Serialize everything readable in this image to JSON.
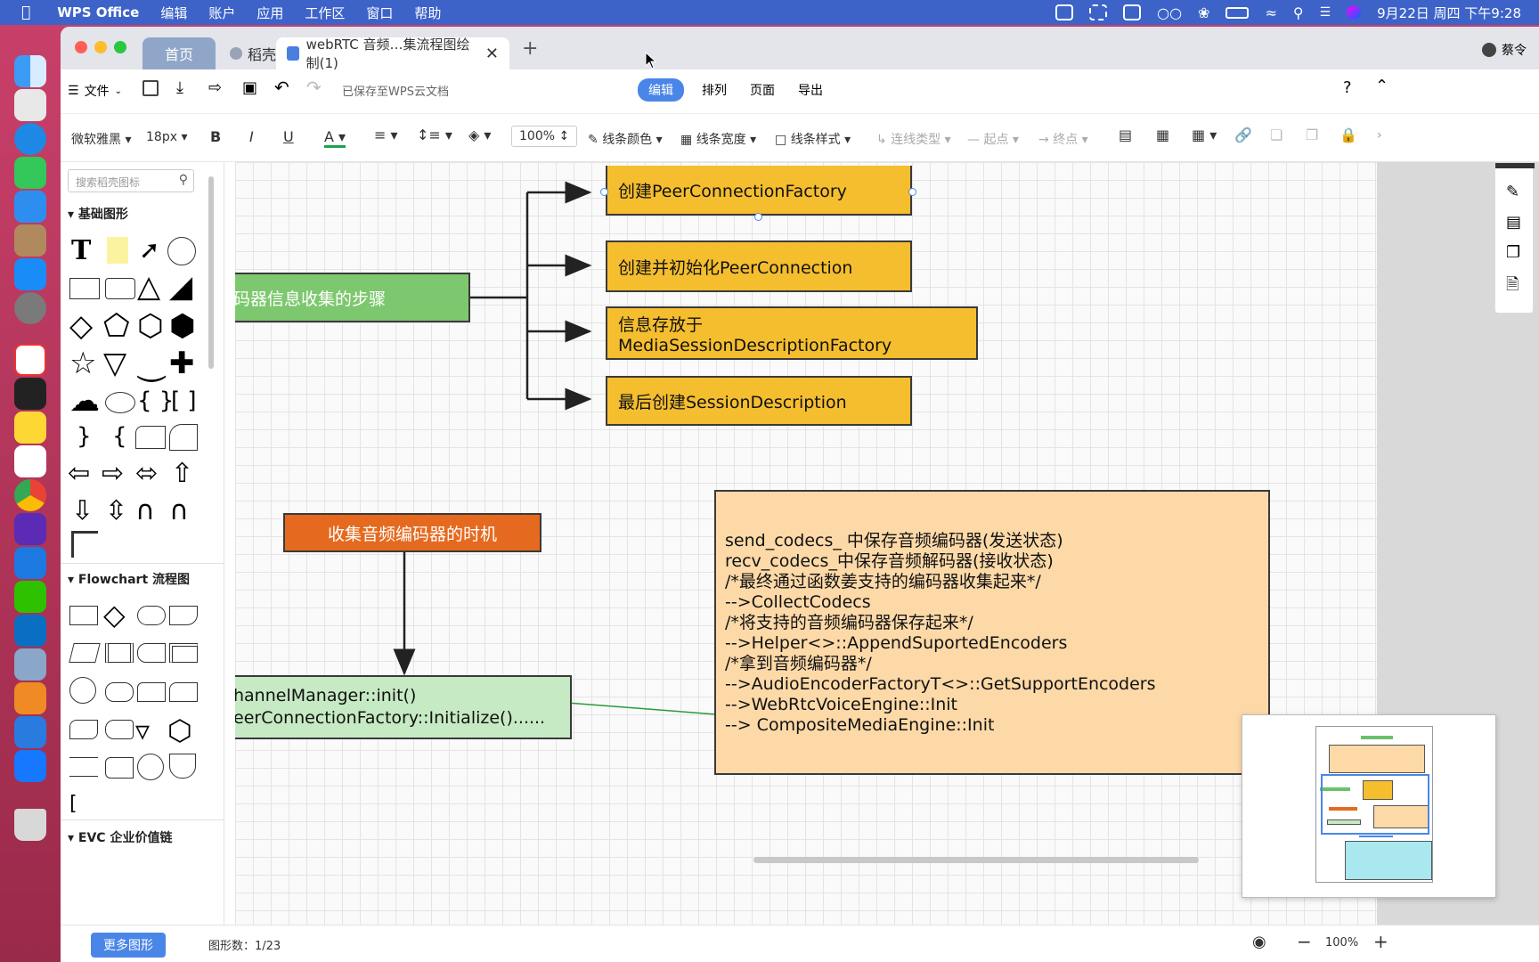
{
  "menubar": {
    "app": "WPS Office",
    "items": [
      "编辑",
      "账户",
      "应用",
      "工作区",
      "窗口",
      "帮助"
    ],
    "datetime": "9月22日 周四 下午9:28"
  },
  "tabs": {
    "home": "首页",
    "daoke": "稻壳",
    "doc": "webRTC 音频…集流程图绘制(1)",
    "user": "蔡令"
  },
  "toolbar1": {
    "file": "文件",
    "saved": "已保存至WPS云文档",
    "modes": [
      "编辑",
      "排列",
      "页面",
      "导出"
    ]
  },
  "toolbar2": {
    "font": "微软雅黑",
    "size": "18px",
    "zoom": "100%",
    "line_color": "线条颜色",
    "line_width": "线条宽度",
    "line_style": "线条样式",
    "connector": "连线类型",
    "start": "起点",
    "end": "终点"
  },
  "sidebar": {
    "search_placeholder": "搜索稻壳图标",
    "section1": "基础图形",
    "section2": "Flowchart 流程图",
    "section3": "EVC 企业价值链"
  },
  "diagram": {
    "root": "码器信息收集的步骤",
    "step1": "创建PeerConnectionFactory",
    "step2": "创建并初始化PeerConnection",
    "step3": "信息存放于MediaSessionDescriptionFactory",
    "step4": "最后创建SessionDescription",
    "timing": "收集音频编码器的时机",
    "init_line1": "hannelManager::init()",
    "init_line2": "eerConnectionFactory::Initialize()......",
    "note_lines": [
      "send_codecs_ 中保存音频编码器(发送状态)",
      "recv_codecs_中保存音频解码器(接收状态)",
      "/*最终通过函数姜支持的编码器收集起来*/",
      "-->CollectCodecs",
      "/*将支持的音频编码器保存起来*/",
      "-->Helper<>::AppendSuportedEncoders",
      "/*拿到音频编码器*/",
      "-->AudioEncoderFactoryT<>::GetSupportEncoders",
      "-->WebRtcVoiceEngine::Init",
      "--> CompositeMediaEngine::Init"
    ]
  },
  "statusbar": {
    "more_shapes": "更多图形",
    "shape_count": "图形数：1/23",
    "zoom": "100%"
  }
}
